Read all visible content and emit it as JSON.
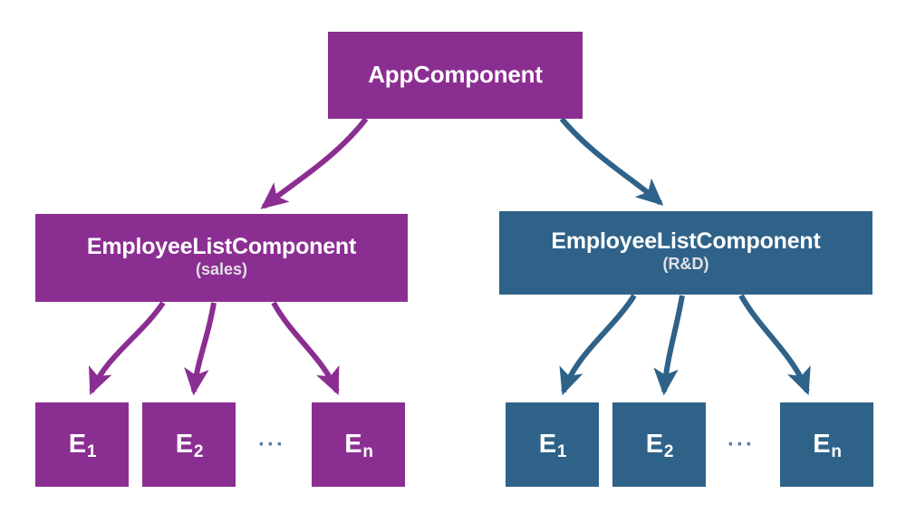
{
  "diagram": {
    "title": "Angular component tree: AppComponent with two EmployeeListComponent branches",
    "background": "#ffffff",
    "colors": {
      "purple": "#8b2e92",
      "blue": "#2f6289",
      "text": "#ffffff",
      "subtitle_text": "#e3e0e6",
      "ellipsis": "#5b7fa6"
    }
  },
  "nodes": {
    "root": {
      "label": "AppComponent",
      "color": "#8b2e92"
    },
    "sales_branch": {
      "label": "EmployeeListComponent",
      "subtitle": "(sales)",
      "color": "#8b2e92",
      "children": [
        {
          "label": "E",
          "index": "1"
        },
        {
          "label": "E",
          "index": "2"
        },
        {
          "label": "E",
          "index": "n"
        }
      ],
      "ellipsis": "···"
    },
    "rnd_branch": {
      "label": "EmployeeListComponent",
      "subtitle": "(R&D)",
      "color": "#2f6289",
      "children": [
        {
          "label": "E",
          "index": "1"
        },
        {
          "label": "E",
          "index": "2"
        },
        {
          "label": "E",
          "index": "n"
        }
      ],
      "ellipsis": "···"
    }
  },
  "edges": [
    {
      "from": "AppComponent",
      "to": "EmployeeListComponent (sales)",
      "color": "#8b2e92"
    },
    {
      "from": "AppComponent",
      "to": "EmployeeListComponent (R&D)",
      "color": "#2f6289"
    },
    {
      "from": "EmployeeListComponent (sales)",
      "to": "E1",
      "color": "#8b2e92"
    },
    {
      "from": "EmployeeListComponent (sales)",
      "to": "E2",
      "color": "#8b2e92"
    },
    {
      "from": "EmployeeListComponent (sales)",
      "to": "En",
      "color": "#8b2e92"
    },
    {
      "from": "EmployeeListComponent (R&D)",
      "to": "E1",
      "color": "#2f6289"
    },
    {
      "from": "EmployeeListComponent (R&D)",
      "to": "E2",
      "color": "#2f6289"
    },
    {
      "from": "EmployeeListComponent (R&D)",
      "to": "En",
      "color": "#2f6289"
    }
  ]
}
